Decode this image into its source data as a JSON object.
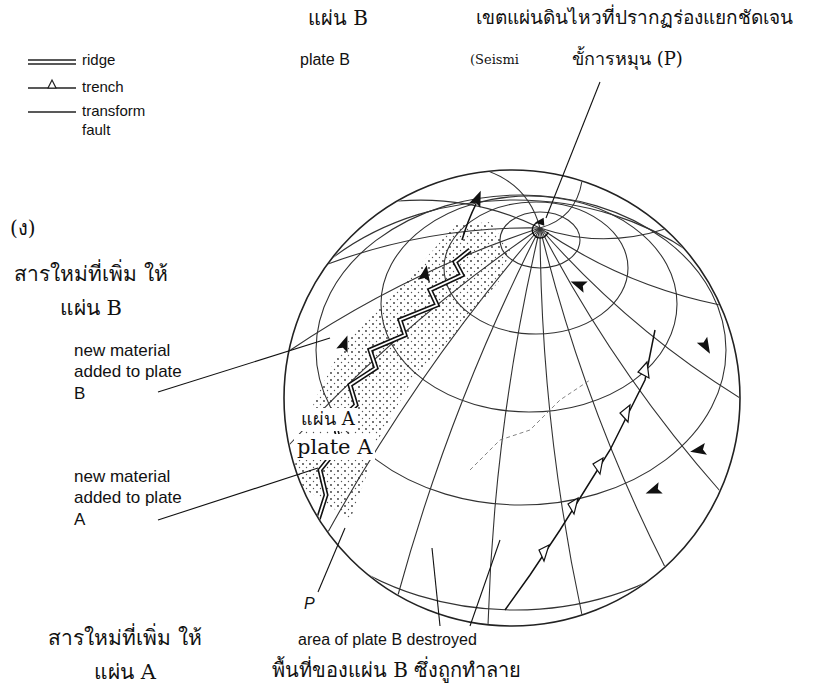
{
  "diagram": {
    "labels": [
      "แผ่น B",
      "เขตแผ่นดินไหวที่ปรากฏร่องแยกชัดเจน",
      "plate B",
      "(Seismi",
      "ขั้การหมุน (P)",
      "(ง)",
      "สารใหม่ที่เพิ่ม ให้แผ่น B",
      "new material added to plate B",
      "แผ่น A",
      "plate A",
      "new material added to plate A",
      "P",
      "area of plate B destroyed",
      "สารใหม่ที่เพิ่ม ให้แผ่น A",
      "พื้นที่ของแผ่น B ซึ่งถูกทำลาย"
    ],
    "legend": [
      {
        "text": "ridge"
      },
      {
        "text": "trench"
      },
      {
        "text": "transform fault"
      }
    ]
  }
}
